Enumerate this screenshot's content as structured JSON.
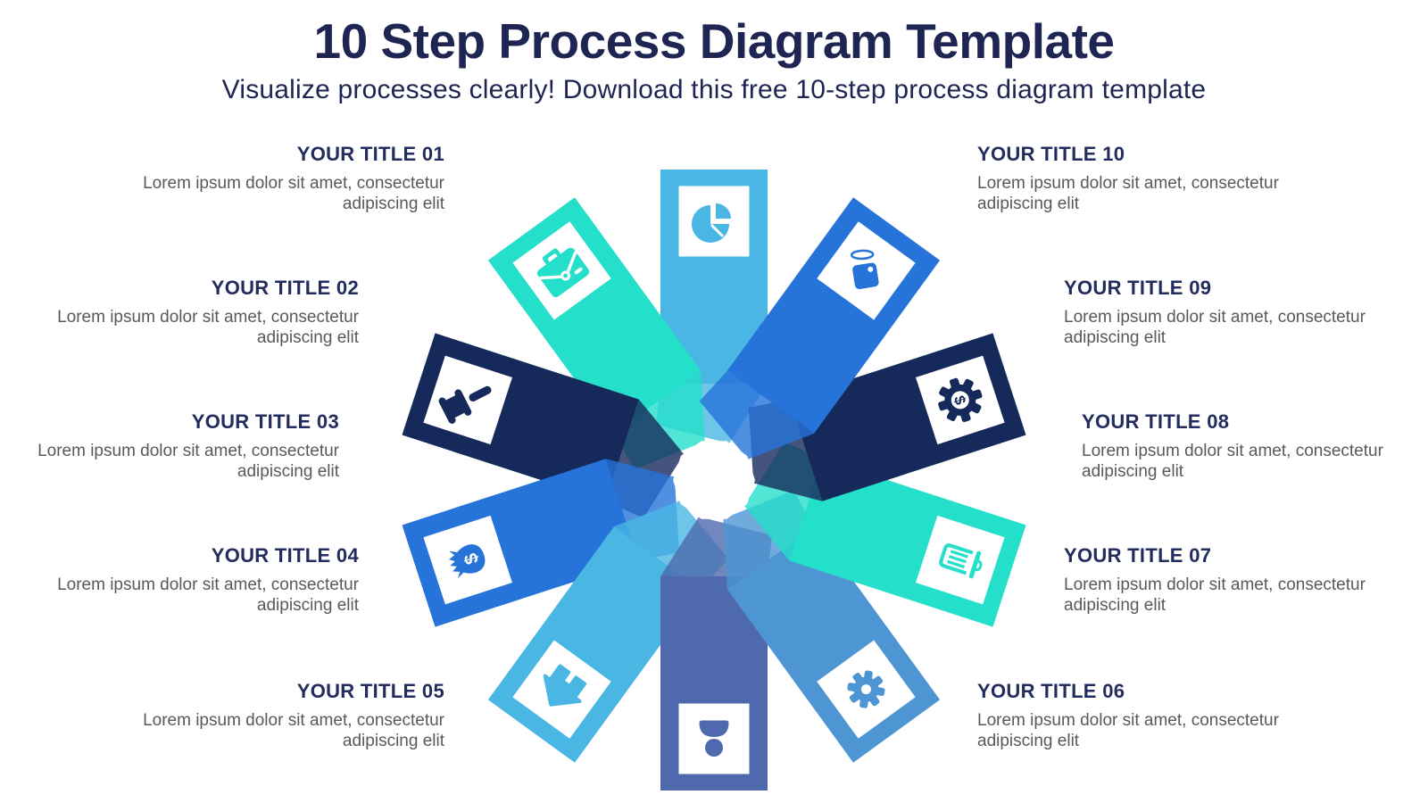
{
  "header": {
    "title": "10 Step Process Diagram Template",
    "subtitle": "Visualize processes clearly! Download this free 10-step process diagram template",
    "title_color": "#1e2553"
  },
  "palette": {
    "light_blue": "#49b6e4",
    "teal": "#24dfc9",
    "navy": "#16295b",
    "blue": "#2673da",
    "slate_blue": "#4e69ad",
    "medium_blue": "#4e95d3",
    "step_title_color": "#222c5e",
    "body_text_color": "#595959",
    "background": "#ffffff"
  },
  "steps": [
    {
      "number": "01",
      "title": "YOUR TITLE 01",
      "description": "Lorem ipsum dolor sit amet, consectetur adipiscing elit",
      "icon": "pie-chart",
      "color": "#49b6e4",
      "angle_deg": 0,
      "text_side": "left"
    },
    {
      "number": "02",
      "title": "YOUR TITLE 02",
      "description": "Lorem ipsum dolor sit amet, consectetur adipiscing elit",
      "icon": "briefcase",
      "color": "#24dfc9",
      "angle_deg": -36,
      "text_side": "left"
    },
    {
      "number": "03",
      "title": "YOUR TITLE 03",
      "description": "Lorem ipsum dolor sit amet, consectetur adipiscing elit",
      "icon": "gavel",
      "color": "#16295b",
      "angle_deg": -72,
      "text_side": "left"
    },
    {
      "number": "04",
      "title": "YOUR TITLE 04",
      "description": "Lorem ipsum dolor sit amet, consectetur adipiscing elit",
      "icon": "money-bag",
      "color": "#2673da",
      "angle_deg": -108,
      "text_side": "left"
    },
    {
      "number": "05",
      "title": "YOUR TITLE 05",
      "description": "Lorem ipsum dolor sit amet, consectetur adipiscing elit",
      "icon": "home",
      "color": "#49b6e4",
      "angle_deg": -144,
      "text_side": "left"
    },
    {
      "number": "06",
      "title": "YOUR TITLE 06",
      "description": "Lorem ipsum dolor sit amet, consectetur adipiscing elit",
      "icon": "person",
      "color": "#4e69ad",
      "angle_deg": 180,
      "text_side": "right"
    },
    {
      "number": "07",
      "title": "YOUR TITLE 07",
      "description": "Lorem ipsum dolor sit amet, consectetur adipiscing elit",
      "icon": "gear",
      "color": "#4e95d3",
      "angle_deg": 144,
      "text_side": "right"
    },
    {
      "number": "08",
      "title": "YOUR TITLE 08",
      "description": "Lorem ipsum dolor sit amet, consectetur adipiscing elit",
      "icon": "trash-can",
      "color": "#24dfc9",
      "angle_deg": 108,
      "text_side": "right"
    },
    {
      "number": "09",
      "title": "YOUR TITLE 09",
      "description": "Lorem ipsum dolor sit amet, consectetur adipiscing elit",
      "icon": "dollar-gear",
      "color": "#16295b",
      "angle_deg": 72,
      "text_side": "right"
    },
    {
      "number": "10",
      "title": "YOUR TITLE 10",
      "description": "Lorem ipsum dolor sit amet, consectetur adipiscing elit",
      "icon": "price-tag",
      "color": "#2673da",
      "angle_deg": 36,
      "text_side": "right"
    }
  ]
}
